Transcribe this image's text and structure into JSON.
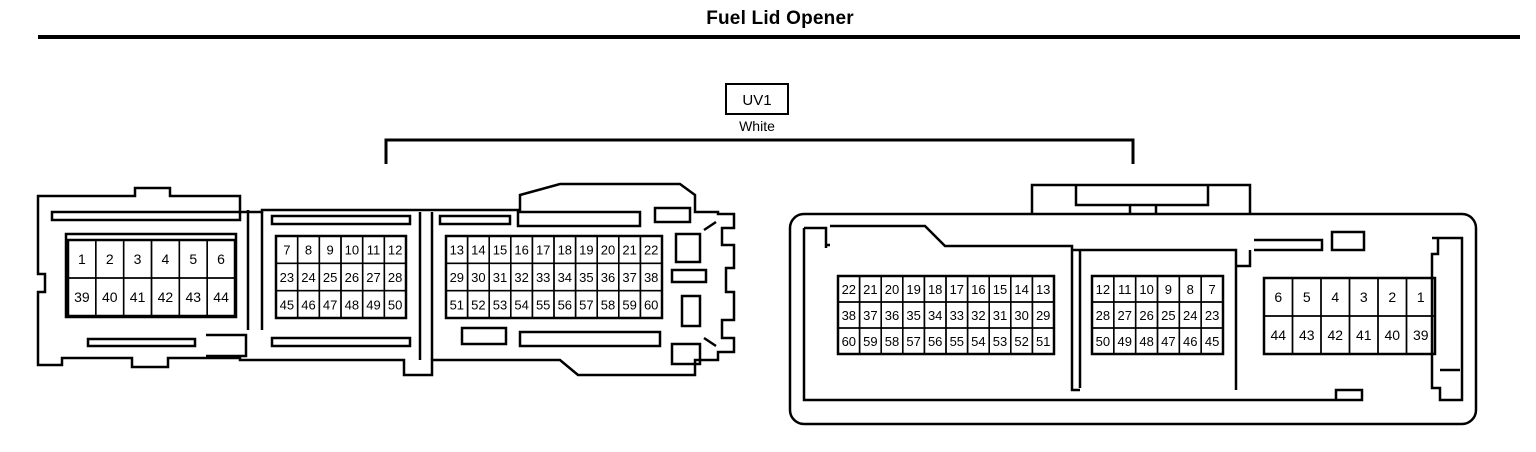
{
  "title": "Fuel Lid Opener",
  "connector": {
    "id": "UV1",
    "color": "White"
  },
  "left_view": {
    "groups": [
      {
        "cols": 6,
        "rows": [
          [
            "1",
            "2",
            "3",
            "4",
            "5",
            "6"
          ],
          [
            "39",
            "40",
            "41",
            "42",
            "43",
            "44"
          ]
        ]
      },
      {
        "cols": 6,
        "rows": [
          [
            "7",
            "8",
            "9",
            "10",
            "11",
            "12"
          ],
          [
            "23",
            "24",
            "25",
            "26",
            "27",
            "28"
          ],
          [
            "45",
            "46",
            "47",
            "48",
            "49",
            "50"
          ]
        ]
      },
      {
        "cols": 10,
        "rows": [
          [
            "13",
            "14",
            "15",
            "16",
            "17",
            "18",
            "19",
            "20",
            "21",
            "22"
          ],
          [
            "29",
            "30",
            "31",
            "32",
            "33",
            "34",
            "35",
            "36",
            "37",
            "38"
          ],
          [
            "51",
            "52",
            "53",
            "54",
            "55",
            "56",
            "57",
            "58",
            "59",
            "60"
          ]
        ]
      }
    ]
  },
  "right_view": {
    "groups": [
      {
        "cols": 10,
        "rows": [
          [
            "22",
            "21",
            "20",
            "19",
            "18",
            "17",
            "16",
            "15",
            "14",
            "13"
          ],
          [
            "38",
            "37",
            "36",
            "35",
            "34",
            "33",
            "32",
            "31",
            "30",
            "29"
          ],
          [
            "60",
            "59",
            "58",
            "57",
            "56",
            "55",
            "54",
            "53",
            "52",
            "51"
          ]
        ]
      },
      {
        "cols": 6,
        "rows": [
          [
            "12",
            "11",
            "10",
            "9",
            "8",
            "7"
          ],
          [
            "28",
            "27",
            "26",
            "25",
            "24",
            "23"
          ],
          [
            "50",
            "49",
            "48",
            "47",
            "46",
            "45"
          ]
        ]
      },
      {
        "cols": 6,
        "rows": [
          [
            "6",
            "5",
            "4",
            "3",
            "2",
            "1"
          ],
          [
            "44",
            "43",
            "42",
            "41",
            "40",
            "39"
          ]
        ]
      }
    ]
  }
}
